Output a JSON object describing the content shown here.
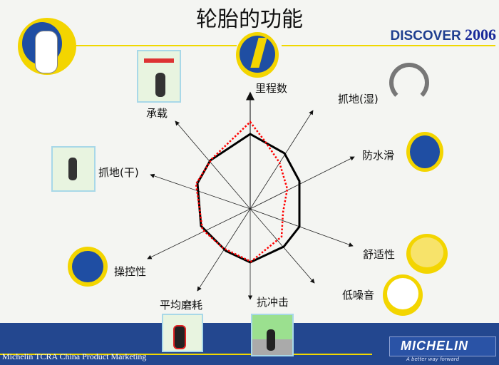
{
  "title": "轮胎的功能",
  "brand": {
    "discover": "DISCOVER",
    "year": "2006",
    "logo": "MICHELIN",
    "tagline": "A better way forward"
  },
  "footer": {
    "text": "Michelin TCRA China Product Marketing"
  },
  "axes": [
    {
      "label": "里程数"
    },
    {
      "label": "抓地(湿)"
    },
    {
      "label": "防水滑"
    },
    {
      "label": "舒适性"
    },
    {
      "label": "低噪音"
    },
    {
      "label": "抗冲击"
    },
    {
      "label": "平均磨耗"
    },
    {
      "label": "操控性"
    },
    {
      "label": "抓地(干)"
    },
    {
      "label": "承载"
    }
  ],
  "series": [
    {
      "style": "solid",
      "color": "#000000"
    },
    {
      "style": "dotted",
      "color": "#ff0000"
    }
  ],
  "colors": {
    "footer": "#23478f",
    "accent_line": "#f0d800",
    "badge_yellow": "#f3d500",
    "badge_blue": "#1f4ea3"
  }
}
